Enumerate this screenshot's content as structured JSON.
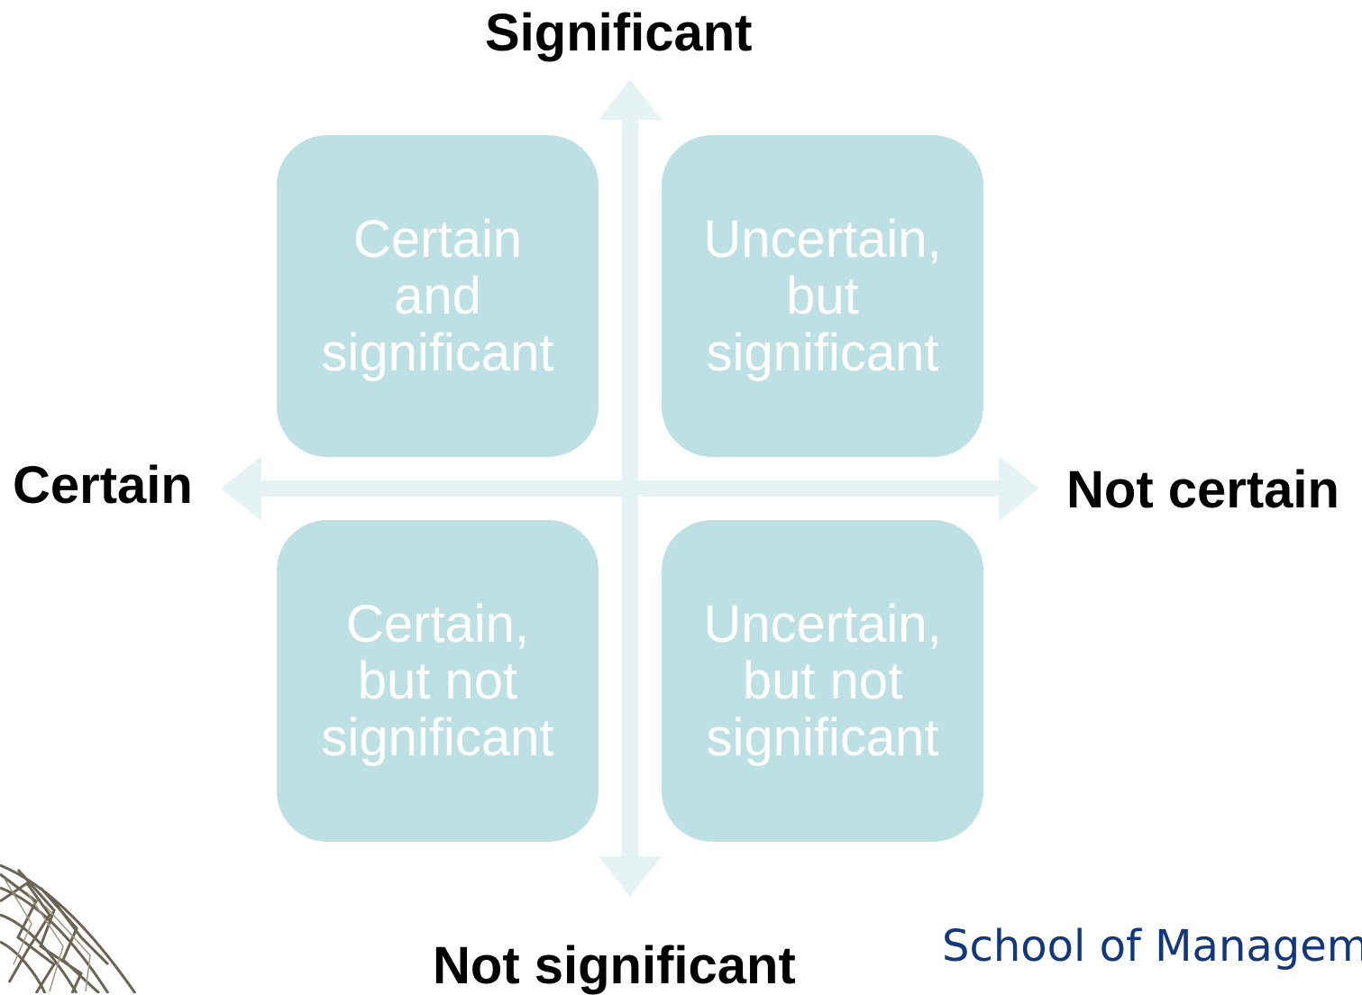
{
  "axes": {
    "top": "Significant",
    "bottom": "Not significant",
    "left": "Certain",
    "right": "Not certain"
  },
  "quadrants": {
    "top_left": "Certain\nand\nsignificant",
    "top_right": "Uncertain,\nbut\nsignificant",
    "bottom_left": "Certain,\nbut not\nsignificant",
    "bottom_right": "Uncertain,\nbut not\nsignificant"
  },
  "footer": {
    "text": "School of Managem"
  },
  "colors": {
    "quadrant_fill": "#bce0e3",
    "arrow_fill": "#e6f3f4",
    "quadrant_text": "#ffffff",
    "footer_text": "#12377a"
  }
}
